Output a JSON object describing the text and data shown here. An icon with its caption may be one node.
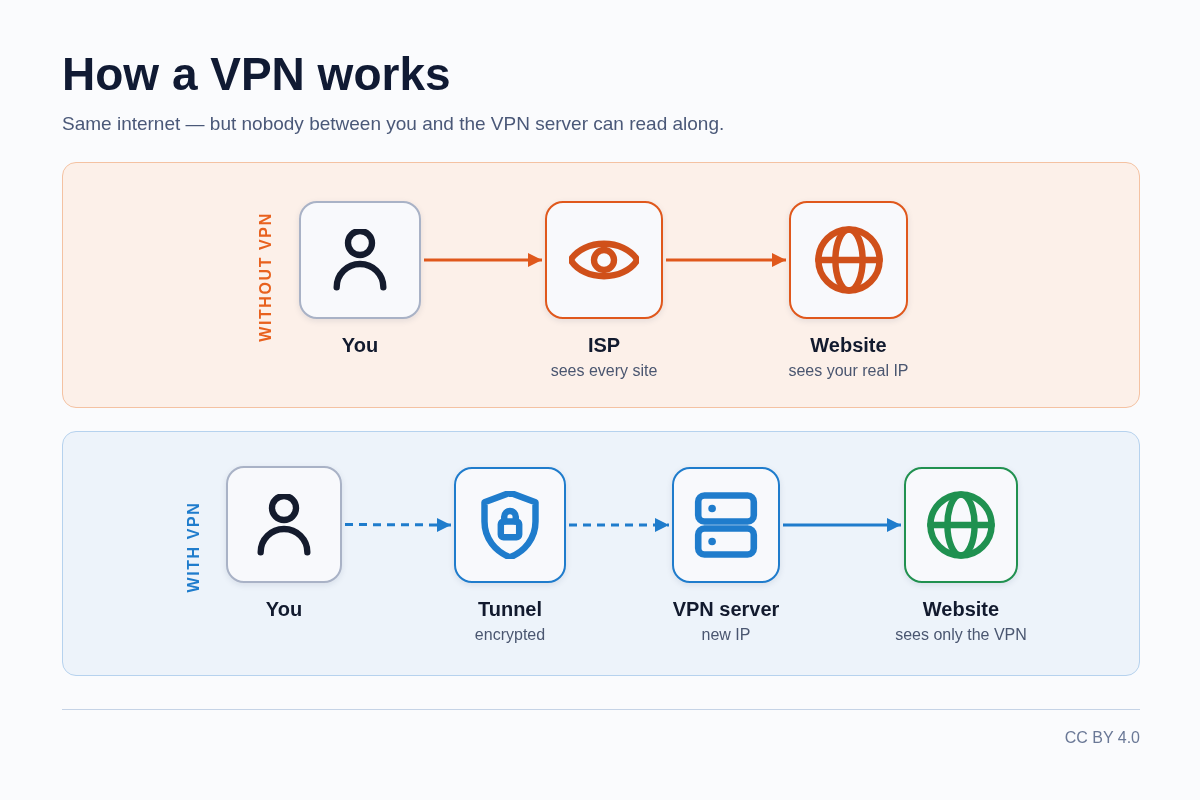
{
  "diagram": {
    "title": "How a VPN works",
    "nodes": [
      {
        "text": [
          "WITHOUT VPN"
        ]
      },
      {
        "text": [
          "You"
        ],
        "in": 0
      },
      {
        "text": [
          "ISP",
          "sees every site"
        ],
        "in": 0
      },
      {
        "text": [
          "Website",
          "sees your real IP"
        ],
        "in": 0
      },
      {
        "text": [
          "WITH VPN"
        ]
      },
      {
        "text": [
          "You"
        ],
        "in": 4
      },
      {
        "text": [
          "Tunnel",
          "encrypted"
        ],
        "in": 4
      },
      {
        "text": [
          "VPN server",
          "new IP"
        ],
        "in": 4
      },
      {
        "text": [
          "Website",
          "sees only the VPN"
        ],
        "in": 4
      }
    ],
    "edges": [
      {
        "from": 1,
        "to": 2,
        "arrow": "to",
        "color": "#e0581c"
      },
      {
        "from": 2,
        "to": 3,
        "arrow": "to",
        "color": "#e0581c"
      },
      {
        "from": 5,
        "to": 6,
        "arrow": "to",
        "style": "dashed"
      },
      {
        "from": 6,
        "to": 7,
        "arrow": "to",
        "style": "dashed"
      },
      {
        "from": 7,
        "to": 8,
        "arrow": "to"
      }
    ],
    "labels": [
      "Same internet — but nobody between you and the VPN server can read along.",
      "CC BY 4.0"
    ]
  }
}
